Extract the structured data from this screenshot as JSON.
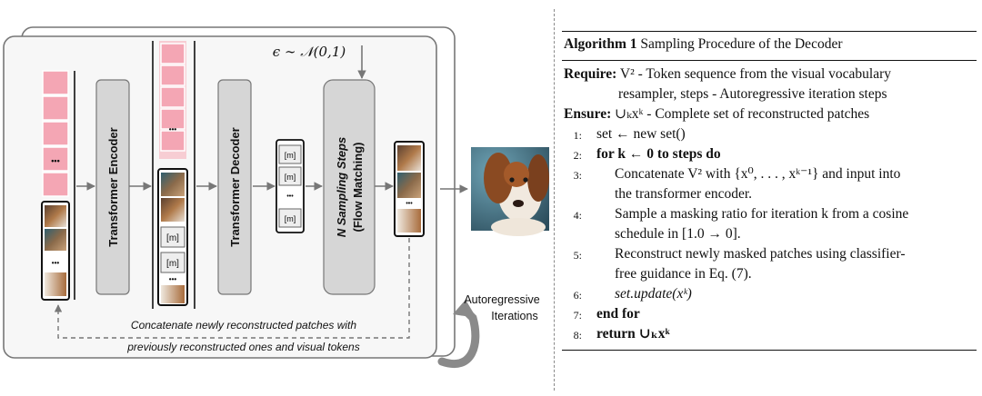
{
  "diagram": {
    "epsilon_label": "ϵ ∼ 𝒩(0,1)",
    "transformer_encoder_label": "Transformer Encoder",
    "transformer_decoder_label": "Transformer Decoder",
    "sampling_label_line1": "N Sampling Steps",
    "sampling_label_line2": "(Flow Matching)",
    "mask_token": "[m]",
    "ellipsis": "•••",
    "ellipsis_small": "•••",
    "autoregressive_line1": "Autoregressive",
    "autoregressive_line2": "Iterations",
    "caption_line1": "Concatenate newly reconstructed patches with",
    "caption_line2": "previously reconstructed ones and visual tokens",
    "colors": {
      "pink_token": "#f4a6b4",
      "gray_block": "#d6d6d6",
      "panel_bg": "#f7f7f7",
      "stroke": "#6e6e6e"
    }
  },
  "algorithm": {
    "title_bold": "Algorithm 1",
    "title_text": "Sampling Procedure of the Decoder",
    "require_label": "Require:",
    "require_text_1": "V² - Token sequence from the visual vocabulary",
    "require_text_2": "resampler, steps - Autoregressive iteration steps",
    "ensure_label": "Ensure:",
    "ensure_text": "∪ₖxᵏ - Complete set of reconstructed patches",
    "lines": [
      {
        "num": "1:",
        "text": "set ← new set()"
      },
      {
        "num": "2:",
        "text": "for k ← 0 to steps do"
      },
      {
        "num": "3:",
        "text": "Concatenate V² with {x⁰, . . . , xᵏ⁻¹} and input into",
        "cont": "the transformer encoder."
      },
      {
        "num": "4:",
        "text": "Sample a masking ratio for iteration k from a cosine",
        "cont": "schedule in [1.0 → 0]."
      },
      {
        "num": "5:",
        "text": "Reconstruct newly masked patches using classifier-",
        "cont": "free guidance in Eq. (7)."
      },
      {
        "num": "6:",
        "text": "set.update(xᵏ)"
      },
      {
        "num": "7:",
        "text": "end for"
      },
      {
        "num": "8:",
        "text": "return ∪ₖxᵏ"
      }
    ]
  }
}
